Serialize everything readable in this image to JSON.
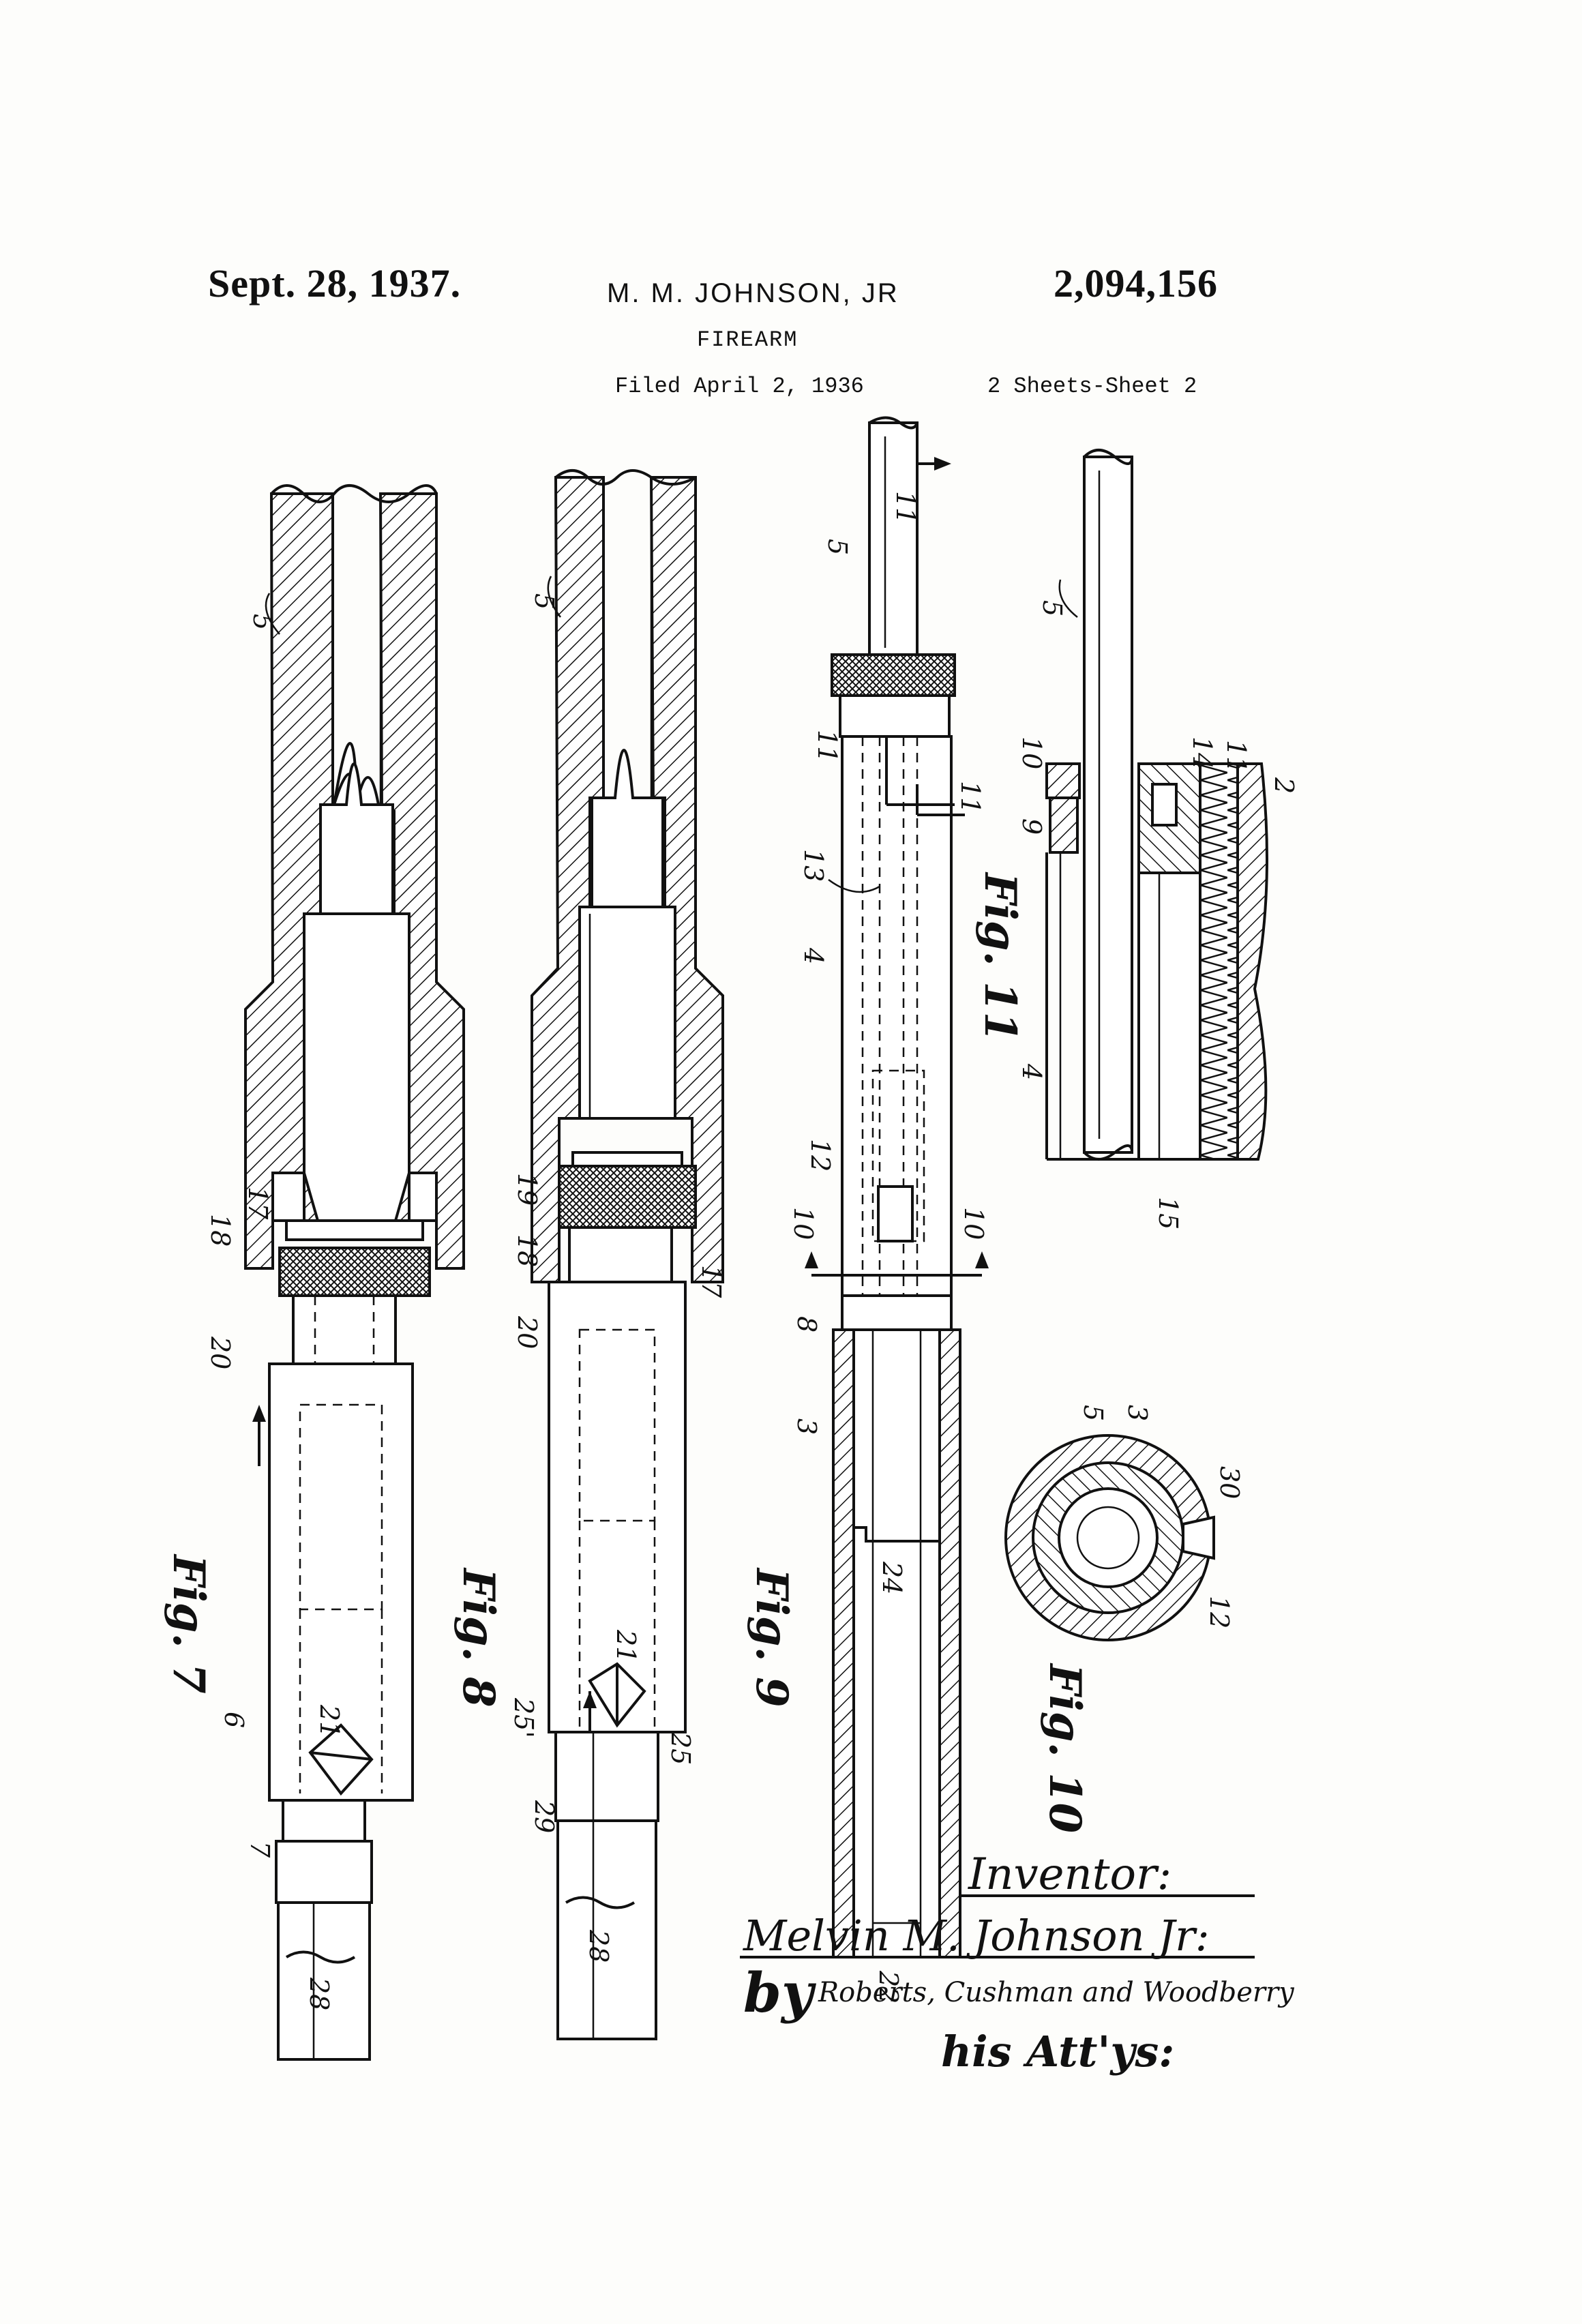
{
  "header": {
    "date": "Sept. 28, 1937.",
    "inventor": "M. M. JOHNSON, JR",
    "patent_number": "2,094,156",
    "title": "FIREARM",
    "filed": "Filed April 2, 1936",
    "sheets": "2 Sheets-Sheet 2"
  },
  "figures": {
    "fig7": {
      "label": "Fig. 7",
      "refs": {
        "r5": "5",
        "r17": "17",
        "r18": "18",
        "r20": "20",
        "r6": "6",
        "r21": "21",
        "r7": "7",
        "r28": "28"
      }
    },
    "fig8": {
      "label": "Fig. 8",
      "refs": {
        "r5": "5",
        "r19": "19",
        "r18": "18",
        "r17": "17",
        "r20": "20",
        "r21": "21",
        "r25p": "25'",
        "r25": "25",
        "r29": "29",
        "r28": "28"
      }
    },
    "fig9": {
      "label": "Fig. 9",
      "refs": {
        "r5": "5",
        "r11a": "11",
        "r11b": "11",
        "r11c": "11",
        "r13": "13",
        "r4": "4",
        "r12": "12",
        "r10a": "10",
        "r10b": "10",
        "r8": "8",
        "r3": "3",
        "r24": "24",
        "r22": "22"
      }
    },
    "fig10": {
      "label": "Fig. 10",
      "refs": {
        "r5": "5",
        "r3": "3",
        "r30": "30",
        "r12": "12"
      }
    },
    "fig11": {
      "label": "Fig. 11",
      "refs": {
        "r5": "5",
        "r10": "10",
        "r14": "14",
        "r11": "11",
        "r2": "2",
        "r9": "9",
        "r4": "4",
        "r15": "15"
      }
    }
  },
  "signature": {
    "inventor_heading": "Inventor:",
    "inventor_name": "Melvin M. Johnson Jr:",
    "by": "by",
    "attorneys": "Roberts, Cushman and Woodberry",
    "his_attys": "his Att'ys:"
  }
}
